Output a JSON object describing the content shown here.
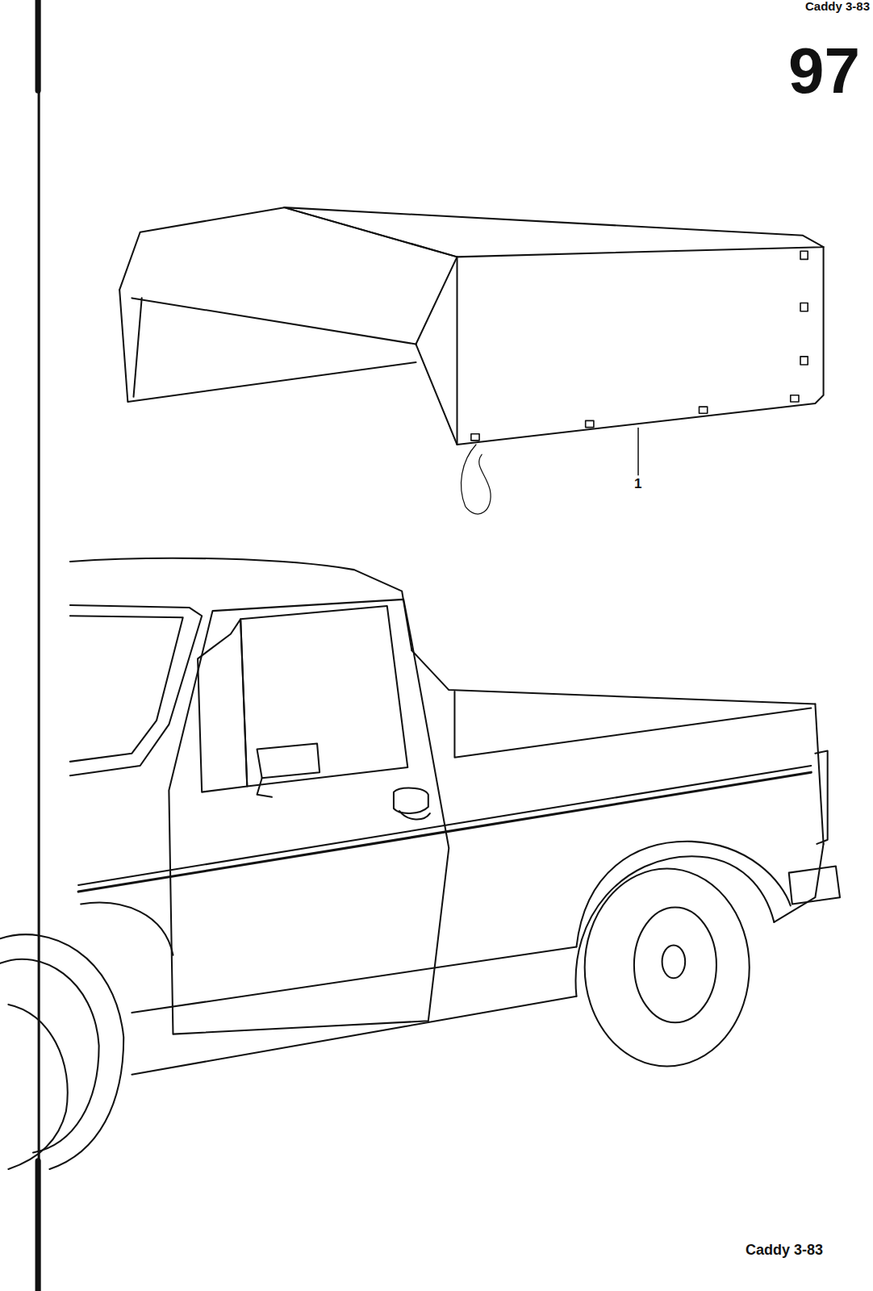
{
  "diagram": {
    "labels": [
      "Caddy 3-83",
      "97",
      "1",
      "Caddy 3-83"
    ]
  }
}
